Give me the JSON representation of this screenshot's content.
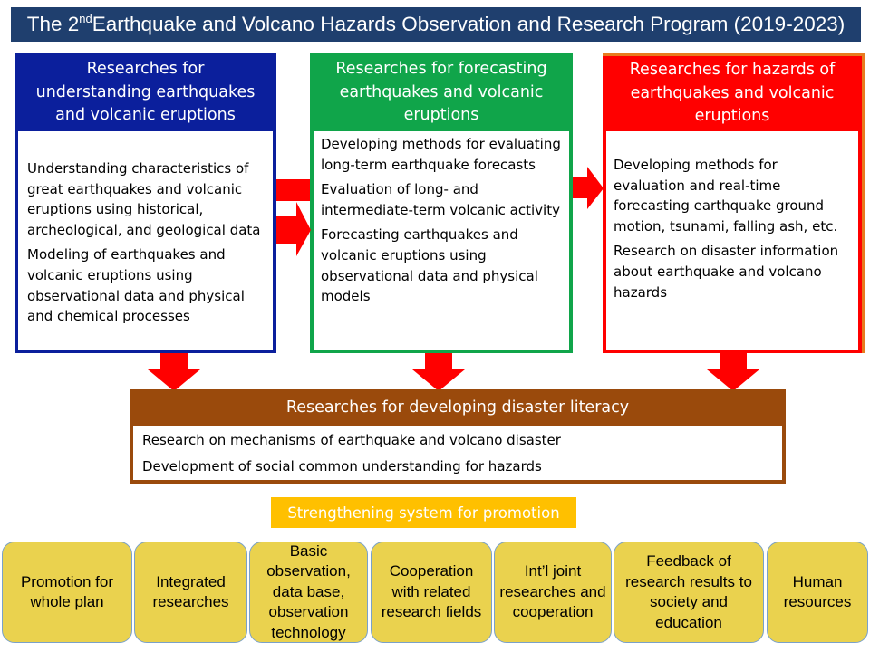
{
  "title": {
    "pre": "The 2",
    "sup": "nd",
    "post": " Earthquake and Volcano Hazards Observation and Research Program (2019-2023)"
  },
  "panels": {
    "understanding": {
      "heading": [
        "Researches for",
        "understanding earthquakes",
        "and volcanic eruptions"
      ],
      "items": [
        "Understanding characteristics of great earthquakes and volcanic eruptions using historical, archeological, and geological data",
        "Modeling of earthquakes and volcanic eruptions using observational data and physical and chemical processes"
      ]
    },
    "forecasting": {
      "heading": [
        "Researches for forecasting",
        "earthquakes and volcanic",
        "eruptions"
      ],
      "items": [
        "Developing methods for evaluating  long-term earthquake forecasts",
        "Evaluation of long- and intermediate-term volcanic activity",
        "Forecasting earthquakes and volcanic eruptions using observational data and physical models"
      ]
    },
    "hazards": {
      "heading": [
        "Researches for hazards of",
        "earthquakes and volcanic",
        "eruptions"
      ],
      "items": [
        "Developing methods for evaluation and real-time forecasting earthquake ground motion, tsunami, falling ash, etc.",
        "Research on disaster information about earthquake and volcano hazards"
      ]
    },
    "literacy": {
      "heading": "Researches for developing disaster literacy",
      "items": [
        "Research on mechanisms of earthquake and volcano disaster",
        "Development of social common understanding for hazards"
      ]
    }
  },
  "strengthening": "Strengthening system for promotion",
  "promotion_items": [
    "Promotion for whole plan",
    "Integrated researches",
    "Basic observation, data base, observation technology",
    "Cooperation with related research fields",
    "Int’l joint researches and cooperation",
    "Feedback of research results to society and education",
    "Human resources"
  ],
  "colors": {
    "title_bg": "#1f3f6e",
    "understanding": "#0b1f9c",
    "forecasting": "#10a54a",
    "hazards": "#ff0000",
    "literacy": "#9a4a0c",
    "arrow": "#ff0000",
    "strengthening": "#ffc000",
    "pill": "#ead24e"
  }
}
